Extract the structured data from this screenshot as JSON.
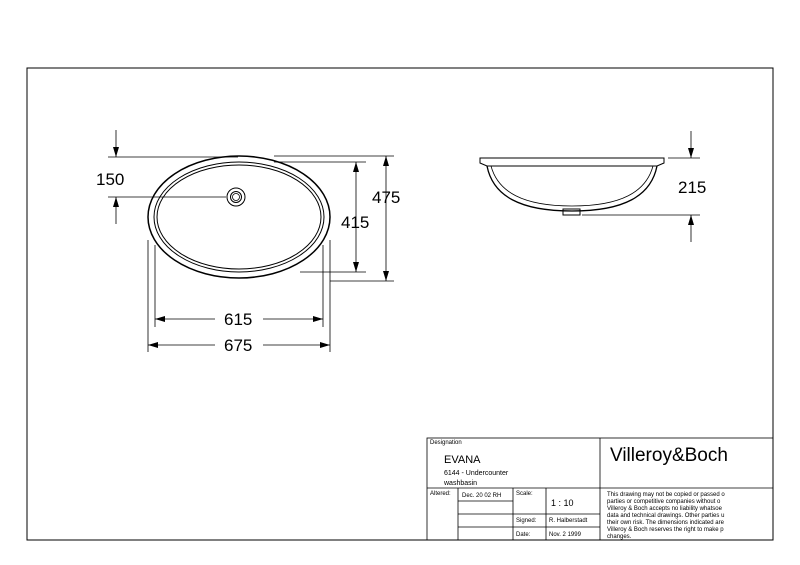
{
  "dimensions": {
    "drain_offset": "150",
    "inner_depth": "415",
    "outer_depth": "475",
    "inner_width": "615",
    "outer_width": "675",
    "height": "215"
  },
  "title_block": {
    "designation_label": "Designation",
    "product_name": "EVANA",
    "product_desc_line1": "6144 - Undercounter",
    "product_desc_line2": "washbasin",
    "brand": "Villeroy&Boch",
    "altered_label": "Altered:",
    "altered_value": "Dec. 20 02 RH",
    "scale_label": "Scale:",
    "scale_value": "1 : 10",
    "signed_label": "Signed:",
    "signed_value": "R. Halberstadt",
    "date_label": "Date:",
    "date_value": "Nov. 2 1999",
    "disclaimer": [
      "This drawing may not be copied or passed o",
      "parties or competitive companies  without o",
      "Villeroy & Boch accepts no liability whatsoe",
      "data and technical drawings. Other parties u",
      "their own risk. The dimensions indicated are",
      "Villeroy & Boch reserves the right to make p",
      "changes."
    ]
  }
}
